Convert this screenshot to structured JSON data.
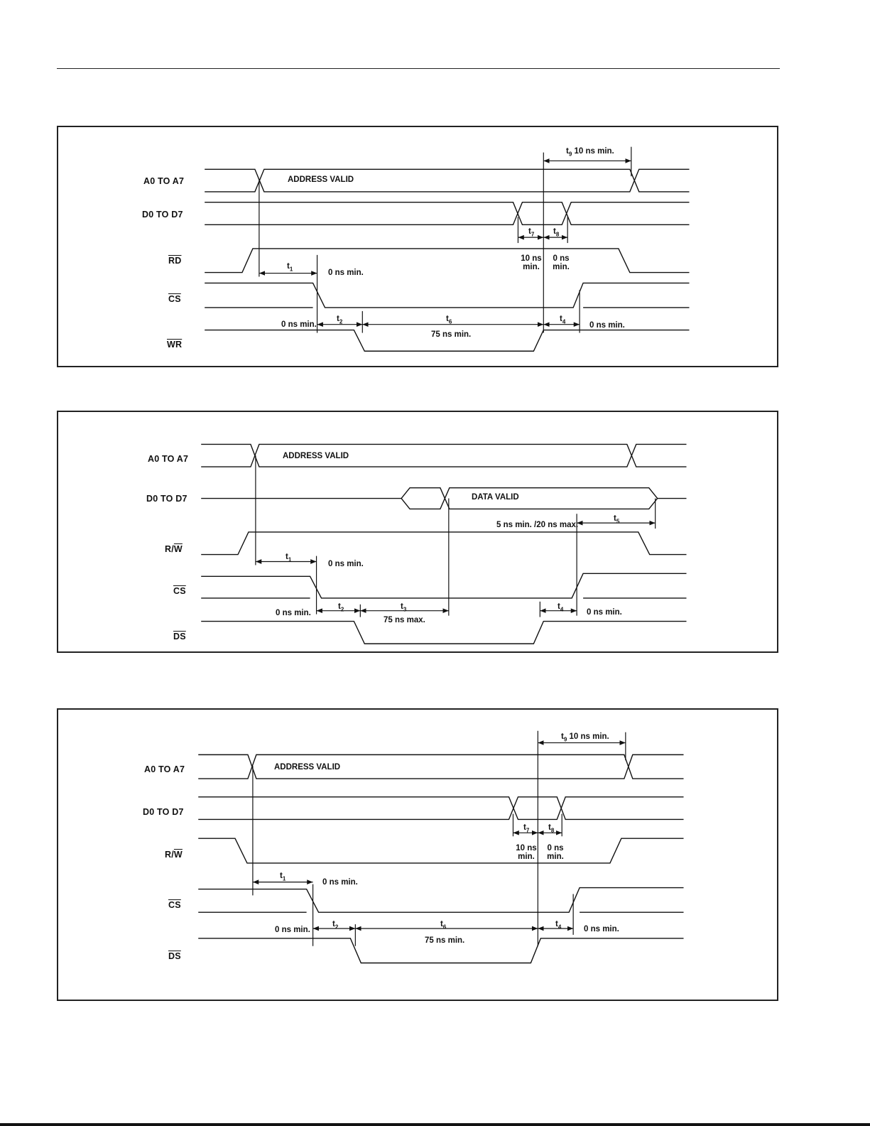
{
  "d1": {
    "signals": [
      "A0 TO A7",
      "D0 TO D7",
      "RD",
      "CS",
      "WR"
    ],
    "address_label": "ADDRESS VALID",
    "t9": {
      "name": "t",
      "sub": "9",
      "text": "10 ns min."
    },
    "t7": {
      "name": "t",
      "sub": "7",
      "value": "10 ns",
      "unit": "min."
    },
    "t8": {
      "name": "t",
      "sub": "8",
      "value": "0 ns",
      "unit": "min."
    },
    "t1": {
      "name": "t",
      "sub": "1",
      "text": "0 ns min."
    },
    "t2": {
      "name": "t",
      "sub": "2",
      "left_text": "0 ns min."
    },
    "t6": {
      "name": "t",
      "sub": "6",
      "text": "75 ns min."
    },
    "t4": {
      "name": "t",
      "sub": "4",
      "text": "0 ns min."
    }
  },
  "d2": {
    "signals": [
      "A0 TO A7",
      "D0 TO D7",
      "R/W",
      "CS",
      "DS"
    ],
    "address_label": "ADDRESS VALID",
    "data_label": "DATA VALID",
    "t5": {
      "name": "t",
      "sub": "5",
      "text": "5 ns min. /20 ns max."
    },
    "t1": {
      "name": "t",
      "sub": "1",
      "text": "0 ns min."
    },
    "t2": {
      "name": "t",
      "sub": "2",
      "left_text": "0 ns min."
    },
    "t3": {
      "name": "t",
      "sub": "3",
      "text": "75 ns max."
    },
    "t4": {
      "name": "t",
      "sub": "4",
      "text": "0 ns min."
    }
  },
  "d3": {
    "signals": [
      "A0 TO A7",
      "D0 TO D7",
      "R/W",
      "CS",
      "DS"
    ],
    "address_label": "ADDRESS VALID",
    "t9": {
      "name": "t",
      "sub": "9",
      "text": "10 ns min."
    },
    "t7": {
      "name": "t",
      "sub": "7",
      "value": "10 ns",
      "unit": "min."
    },
    "t8": {
      "name": "t",
      "sub": "8",
      "value": "0 ns",
      "unit": "min."
    },
    "t1": {
      "name": "t",
      "sub": "1",
      "text": "0 ns min."
    },
    "t2": {
      "name": "t",
      "sub": "2",
      "left_text": "0 ns min."
    },
    "t6": {
      "name": "t",
      "sub": "6",
      "text": "75 ns min."
    },
    "t4": {
      "name": "t",
      "sub": "4",
      "text": "0 ns min."
    }
  }
}
